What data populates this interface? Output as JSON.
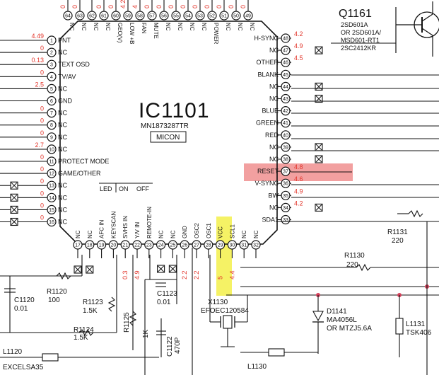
{
  "ic": {
    "title": "IC1101",
    "part": "MN1873287TR",
    "label": "MICON"
  },
  "transistor": {
    "name": "Q1161",
    "alt1": "2SD601A",
    "alt2": "OR 2SD601A/",
    "alt3": "MSD601-RT1",
    "alt4": "2SC2412KR"
  },
  "left_pins": [
    {
      "n": "1",
      "label": "PNT",
      "volt": "4.49"
    },
    {
      "n": "2",
      "label": "NC",
      "volt": "0"
    },
    {
      "n": "3",
      "label": "TEXT OSD",
      "volt": "0.13"
    },
    {
      "n": "4",
      "label": "TV/AV",
      "volt": "0"
    },
    {
      "n": "5",
      "label": "NC",
      "volt": "2.5"
    },
    {
      "n": "6",
      "label": "GND",
      "volt": ""
    },
    {
      "n": "7",
      "label": "NC",
      "volt": "0"
    },
    {
      "n": "8",
      "label": "NC",
      "volt": "0"
    },
    {
      "n": "9",
      "label": "NC",
      "volt": "0"
    },
    {
      "n": "10",
      "label": "NC",
      "volt": "2.7"
    },
    {
      "n": "11",
      "label": "PROTECT MODE",
      "volt": "0"
    },
    {
      "n": "12",
      "label": "GAME/OTHER",
      "volt": "0"
    },
    {
      "n": "13",
      "label": "NC",
      "volt": "0"
    },
    {
      "n": "14",
      "label": "NC",
      "volt": "0"
    },
    {
      "n": "15",
      "label": "NC",
      "volt": "0"
    },
    {
      "n": "16",
      "label": "NC",
      "volt": "0"
    }
  ],
  "right_pins": [
    {
      "n": "48",
      "label": "H-SYNC",
      "volt": "4.2"
    },
    {
      "n": "47",
      "label": "NC",
      "volt": "4.9"
    },
    {
      "n": "46",
      "label": "OTHER",
      "volt": "4.5"
    },
    {
      "n": "45",
      "label": "BLANK",
      "volt": ""
    },
    {
      "n": "44",
      "label": "NC",
      "volt": ""
    },
    {
      "n": "43",
      "label": "NC",
      "volt": ""
    },
    {
      "n": "42",
      "label": "BLUE",
      "volt": ""
    },
    {
      "n": "41",
      "label": "GREEN",
      "volt": ""
    },
    {
      "n": "40",
      "label": "RED",
      "volt": ""
    },
    {
      "n": "39",
      "label": "NC",
      "volt": ""
    },
    {
      "n": "38",
      "label": "NC",
      "volt": ""
    },
    {
      "n": "37",
      "label": "RESET",
      "volt": "4.8"
    },
    {
      "n": "36",
      "label": "V-SYNC",
      "volt": "4.6"
    },
    {
      "n": "35",
      "label": "BW",
      "volt": "4.9"
    },
    {
      "n": "34",
      "label": "NC",
      "volt": "4.2"
    },
    {
      "n": "33",
      "label": "SDA1",
      "volt": ""
    }
  ],
  "top_pins": [
    {
      "n": "64",
      "label": "NC",
      "volt": "0"
    },
    {
      "n": "63",
      "label": "NC",
      "volt": "0"
    },
    {
      "n": "62",
      "label": "NC",
      "volt": ""
    },
    {
      "n": "61",
      "label": "NC",
      "volt": "0"
    },
    {
      "n": "60",
      "label": "GEO(V)",
      "volt": "0"
    },
    {
      "n": "59",
      "label": "LOW +B",
      "volt": "4.2"
    },
    {
      "n": "58",
      "label": "FAN",
      "volt": "4"
    },
    {
      "n": "57",
      "label": "MUTE",
      "volt": "0"
    },
    {
      "n": "56",
      "label": "NC",
      "volt": "0"
    },
    {
      "n": "55",
      "label": "NC",
      "volt": "0"
    },
    {
      "n": "54",
      "label": "NC",
      "volt": "0"
    },
    {
      "n": "53",
      "label": "NC",
      "volt": "0"
    },
    {
      "n": "52",
      "label": "POWER",
      "volt": "0"
    },
    {
      "n": "51",
      "label": "NC",
      "volt": "0"
    },
    {
      "n": "50",
      "label": "NC",
      "volt": "0"
    },
    {
      "n": "49",
      "label": "NC",
      "volt": "0"
    }
  ],
  "bottom_pins": [
    {
      "n": "17",
      "label": "NC"
    },
    {
      "n": "18",
      "label": "NC"
    },
    {
      "n": "19",
      "label": "AFC IN"
    },
    {
      "n": "20",
      "label": "KEYSCAN"
    },
    {
      "n": "21",
      "label": "SVHS IN"
    },
    {
      "n": "22",
      "label": "Y/V IN"
    },
    {
      "n": "23",
      "label": "REMOTE-IN"
    },
    {
      "n": "24",
      "label": "NC"
    },
    {
      "n": "25",
      "label": "NC"
    },
    {
      "n": "26",
      "label": "GND"
    },
    {
      "n": "27",
      "label": "OSC2"
    },
    {
      "n": "28",
      "label": "OSC1"
    },
    {
      "n": "29",
      "label": "VCC"
    },
    {
      "n": "30",
      "label": "SCL1"
    },
    {
      "n": "31",
      "label": "NC"
    },
    {
      "n": "32",
      "label": "NC"
    }
  ],
  "bottom_volts": [
    "0.3",
    "4.9",
    "2.2",
    "2.2",
    "5",
    "4.4"
  ],
  "led": {
    "title": "LED",
    "on": "ON",
    "off": "OFF"
  },
  "components": {
    "r1120": {
      "ref": "R1120",
      "val": "100"
    },
    "c1120": {
      "ref": "C1120",
      "val": "0.01"
    },
    "r1123": {
      "ref": "R1123",
      "val": "1.5K"
    },
    "r1124": {
      "ref": "R1124",
      "val": "1.5K"
    },
    "r1125": {
      "ref": "R1125",
      "val": ""
    },
    "c1123": {
      "ref": "C1123",
      "val": "0.01"
    },
    "c1122": {
      "ref": "C1122",
      "val": "470P"
    },
    "r_1k": {
      "ref": "",
      "val": "1K"
    },
    "x1130": {
      "ref": "X1130",
      "val": "EFOEC120584"
    },
    "r1130": {
      "ref": "R1130",
      "val": "220"
    },
    "r1131": {
      "ref": "R1131",
      "val": "220"
    },
    "d1141": {
      "ref": "D1141",
      "val": "MA4056L",
      "alt": "OR MTZJ5.6A"
    },
    "l1131": {
      "ref": "L1131",
      "val": "TSK406"
    },
    "l1120": {
      "ref": "L1120",
      "val": ""
    },
    "l1130": {
      "ref": "L1130",
      "val": ""
    },
    "excel": {
      "ref": "EXCELSA35",
      "val": ""
    }
  },
  "highlight": {
    "reset_color": "#f08f8f",
    "vcc_color": "#f3f04a"
  },
  "colors": {
    "voltage": "#e2352b",
    "line": "#111111",
    "node": "#d4405a"
  }
}
